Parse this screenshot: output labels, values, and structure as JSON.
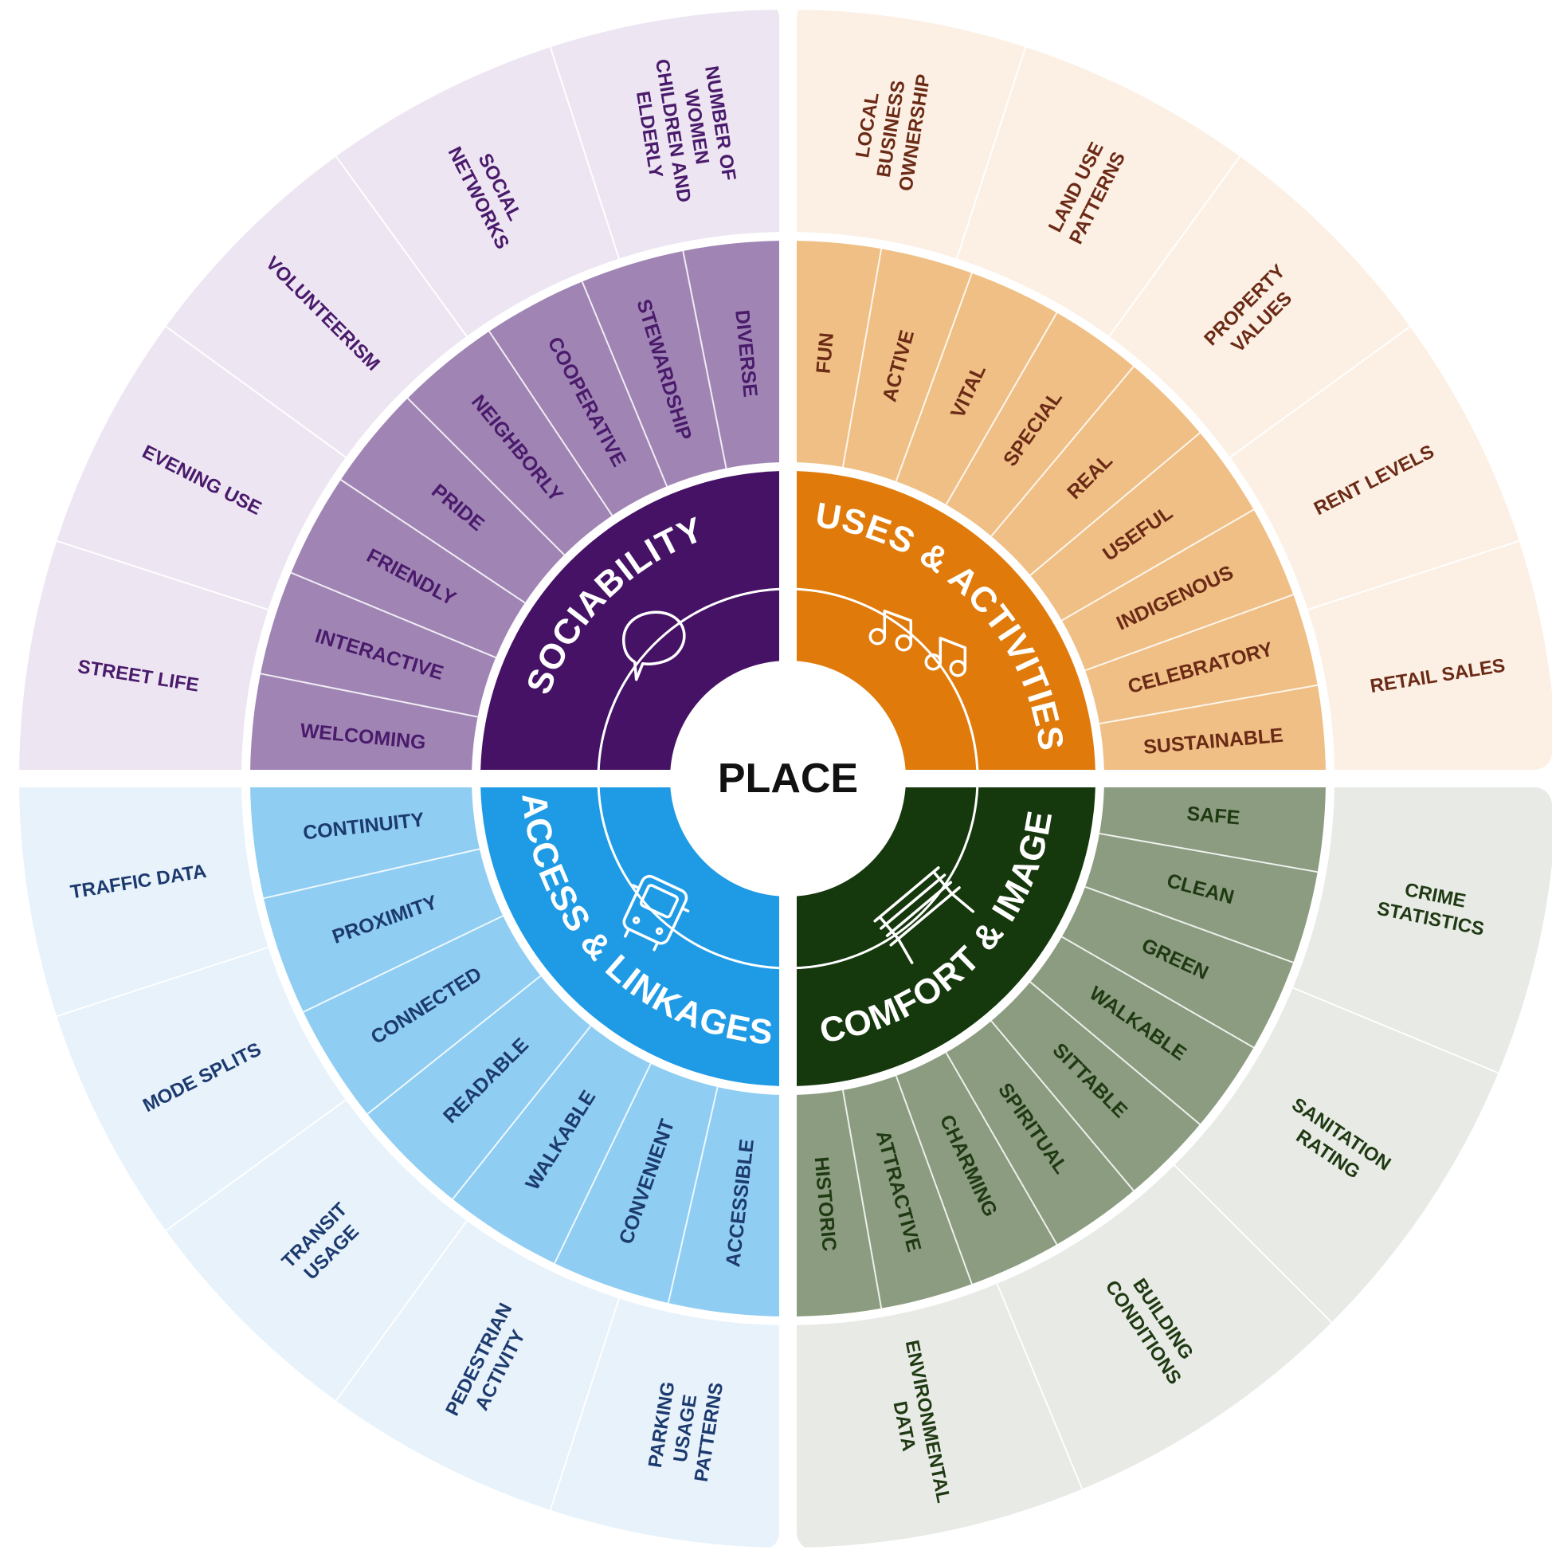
{
  "center": {
    "title": "PLACE"
  },
  "colors": {
    "sociability": {
      "core": "#461266",
      "mid": "#a085b4",
      "outer": "#ede6f2",
      "text": "#4a1a6b"
    },
    "uses": {
      "core": "#e07b0b",
      "mid": "#efbf85",
      "outer": "#fcf0e4",
      "text": "#6b2a16"
    },
    "access": {
      "core": "#1f9be6",
      "mid": "#8fcdf3",
      "outer": "#e7f2fb",
      "text": "#1c3a6e"
    },
    "comfort": {
      "core": "#16380d",
      "mid": "#8b9c80",
      "outer": "#e8eae6",
      "text": "#1f3a12"
    }
  },
  "quadrants": [
    {
      "key": "sociability",
      "title": "SOCIABILITY",
      "icon": "speech-bubble-icon",
      "attributes": [
        "WELCOMING",
        "INTERACTIVE",
        "FRIENDLY",
        "PRIDE",
        "NEIGHBORLY",
        "COOPERATIVE",
        "STEWARDSHIP",
        "DIVERSE"
      ],
      "measurements": [
        "STREET LIFE",
        "EVENING USE",
        "VOLUNTEERISM",
        "SOCIAL NETWORKS",
        "NUMBER OF WOMEN CHILDREN AND ELDERLY"
      ]
    },
    {
      "key": "uses",
      "title": "USES & ACTIVITIES",
      "icon": "music-notes-icon",
      "attributes": [
        "FUN",
        "ACTIVE",
        "VITAL",
        "SPECIAL",
        "REAL",
        "USEFUL",
        "INDIGENOUS",
        "CELEBRATORY",
        "SUSTAINABLE"
      ],
      "measurements": [
        "LOCAL BUSINESS OWNERSHIP",
        "LAND USE PATTERNS",
        "PROPERTY VALUES",
        "RENT LEVELS",
        "RETAIL SALES"
      ]
    },
    {
      "key": "comfort",
      "title": "COMFORT & IMAGE",
      "icon": "bench-icon",
      "attributes": [
        "SAFE",
        "CLEAN",
        "GREEN",
        "WALKABLE",
        "SITTABLE",
        "SPIRITUAL",
        "CHARMING",
        "ATTRACTIVE",
        "HISTORIC"
      ],
      "measurements": [
        "CRIME STATISTICS",
        "SANITATION RATING",
        "BUILDING CONDITIONS",
        "ENVIRONMENTAL DATA"
      ]
    },
    {
      "key": "access",
      "title": "ACCESS & LINKAGES",
      "icon": "bus-icon",
      "attributes": [
        "ACCESSIBLE",
        "CONVENIENT",
        "WALKABLE",
        "READABLE",
        "CONNECTED",
        "PROXIMITY",
        "CONTINUITY"
      ],
      "measurements": [
        "PARKING USAGE PATTERNS",
        "PEDESTRIAN ACTIVITY",
        "TRANSIT USAGE",
        "MODE SPLITS",
        "TRAFFIC DATA"
      ]
    }
  ]
}
